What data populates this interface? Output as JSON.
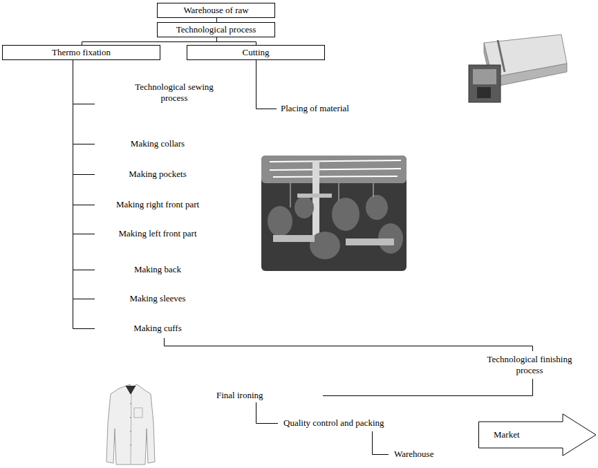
{
  "diagram": {
    "nodes": [
      {
        "text": [
          "Warehouse of raw"
        ]
      },
      {
        "text": [
          "Technological process"
        ]
      },
      {
        "text": [
          "Thermo fixation"
        ]
      },
      {
        "text": [
          "Cutting"
        ]
      },
      {
        "text": [
          "Market"
        ]
      }
    ],
    "edges": [
      {
        "from": 0,
        "to": 1,
        "arrow": "none"
      },
      {
        "from": 1,
        "to": 2,
        "arrow": "none"
      },
      {
        "from": 1,
        "to": 3,
        "arrow": "none"
      }
    ],
    "labels": [
      "Technological sewing process",
      "Making collars",
      "Making pockets",
      "Making right front part",
      "Making left front part",
      "Making back",
      "Making sleeves",
      "Making cuffs",
      "Placing of material",
      "Technological finishing process",
      "Final ironing",
      "Quality control and packing",
      "Warehouse"
    ]
  }
}
